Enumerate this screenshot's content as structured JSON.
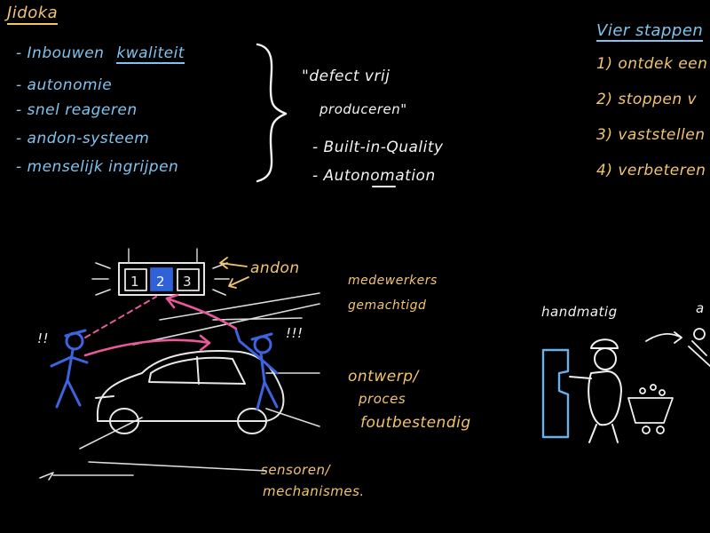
{
  "title": "Jidoka",
  "jidoka_list": [
    "- Inbouwen",
    "kwaliteit",
    "- autonomie",
    "- snel reageren",
    "- andon-systeem",
    "- menselijk ingrijpen"
  ],
  "quote": {
    "line1": "\"defect vrij",
    "line2": "produceren\"",
    "item1": "- Built-in-Quality",
    "item2": "- Autonomation"
  },
  "steps": {
    "title": "Vier stappen",
    "items": [
      "1) ontdek een",
      "2) stoppen v",
      "3) vaststellen",
      "4) verbeteren"
    ]
  },
  "diagram": {
    "andon_boxes": [
      "1",
      "2",
      "3"
    ],
    "andon_label": "andon",
    "alert_left": "!!",
    "alert_right": "!!!",
    "annotations": [
      "medewerkers",
      "gemachtigd",
      "ontwerp/",
      "proces",
      "foutbestendig",
      "sensoren/",
      "mechanismes."
    ]
  },
  "right_sketch": {
    "label1": "handmatig",
    "label2": "a"
  },
  "colors": {
    "yellow": "#f2c46d",
    "blue": "#7fc3ef",
    "white": "#f3f3f3",
    "pink": "#e8589a",
    "background": "#000000"
  }
}
